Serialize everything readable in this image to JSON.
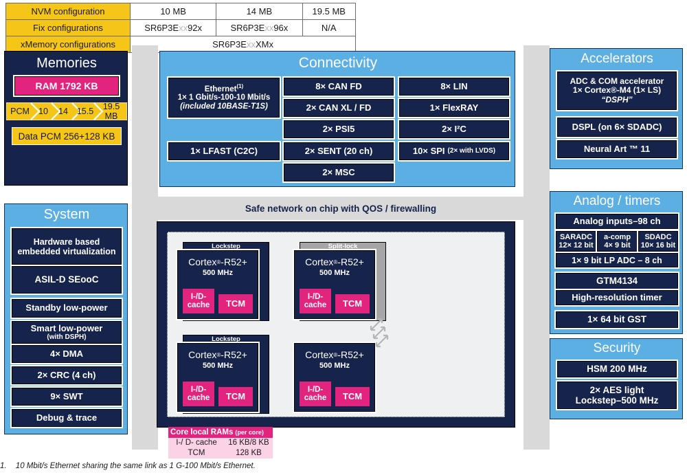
{
  "config_table": {
    "rows": [
      {
        "label": "NVM configuration",
        "cells": [
          {
            "pre": "10 MB",
            "faint": "",
            "post": ""
          },
          {
            "pre": "14 MB",
            "faint": "",
            "post": ""
          },
          {
            "pre": "19.5 MB",
            "faint": "",
            "post": ""
          }
        ]
      },
      {
        "label": "Fix configurations",
        "cells": [
          {
            "pre": "SR6P3E",
            "faint": "xx",
            "post": "92x"
          },
          {
            "pre": "SR6P3E",
            "faint": "xx",
            "post": "96x"
          },
          {
            "pre": "N/A",
            "faint": "",
            "post": ""
          }
        ]
      },
      {
        "label": "xMemory configurations",
        "cells": [
          {
            "pre": "SR6P3E",
            "faint": "xx",
            "post": "XMx"
          }
        ]
      }
    ]
  },
  "memories": {
    "title": "Memories",
    "ram": "RAM 1792 KB",
    "pcm_chevrons": [
      "PCM",
      "10",
      "14",
      "15.5",
      "19.5 MB"
    ],
    "data_pcm": "Data PCM 256+128 KB"
  },
  "system": {
    "title": "System",
    "group_a": [
      "Hardware based embedded virtualization",
      "ASIL-D SEooC"
    ],
    "group_b": [
      {
        "main": "Standby low-power",
        "sub": ""
      },
      {
        "main": "Smart low-power",
        "sub": "(with DSPH)"
      },
      {
        "main": "4× DMA",
        "sub": ""
      },
      {
        "main": "2× CRC (4 ch)",
        "sub": ""
      },
      {
        "main": "9× SWT",
        "sub": ""
      },
      {
        "main": "Debug & trace",
        "sub": ""
      }
    ]
  },
  "connectivity": {
    "title": "Connectivity",
    "ethernet": {
      "l1": "Ethernet",
      "sup": "(1)",
      "l2": "1× 1 Gbit/s-100-10 Mbit/s",
      "l3": "(included 10BASE-T1S)"
    },
    "lfast": "1× LFAST (C2C)",
    "col2": [
      "8× CAN FD",
      "2× CAN XL / FD",
      "2× PSI5",
      "2× SENT (20 ch)",
      "2× MSC"
    ],
    "col3": [
      "8× LIN",
      "1× FlexRAY",
      "2× I²C"
    ],
    "spi": {
      "main": "10× SPI",
      "sub": "(2× with LVDS)"
    }
  },
  "noc": {
    "label": "Safe network on chip with QOS / firewalling"
  },
  "cores": {
    "items": [
      {
        "header": "Lockstep",
        "header_style": "navy",
        "name": "Cortex®-R52+",
        "freq": "500 MHz",
        "cache": "I-/D-cache",
        "tcm": "TCM"
      },
      {
        "header": "Split-lock",
        "header_style": "gray",
        "name": "Cortex®-R52+",
        "freq": "500 MHz",
        "cache": "I-/D-cache",
        "tcm": "TCM"
      },
      {
        "header": "Lockstep",
        "header_style": "navy",
        "name": "Cortex®-R52+",
        "freq": "500 MHz",
        "cache": "I-/D-cache",
        "tcm": "TCM"
      },
      {
        "header": "",
        "header_style": "none",
        "name": "Cortex®-R52+",
        "freq": "500 MHz",
        "cache": "I-/D-cache",
        "tcm": "TCM"
      }
    ]
  },
  "core_rams": {
    "title_main": "Core local RAMs",
    "title_sub": "(per core)",
    "rows": [
      {
        "name": "I-/ D- cache",
        "value": "16 KB/8 KB"
      },
      {
        "name": "TCM",
        "value": "128 KB"
      }
    ]
  },
  "accelerators": {
    "title": "Accelerators",
    "main": {
      "l1": "ADC & COM accelerator",
      "l2": "1× Cortex®-M4 (1× LS)",
      "l3": "“DSPH”"
    },
    "items": [
      "DSPL (on 6× SDADC)",
      "Neural Art ™ 11"
    ]
  },
  "analog": {
    "title": "Analog / timers",
    "inputs": "Analog inputs–98 ch",
    "adc_row": [
      {
        "l1": "SARADC",
        "l2": "12× 12 bit"
      },
      {
        "l1": "a-comp",
        "l2": "4× 9 bit"
      },
      {
        "l1": "SDADC",
        "l2": "10× 16 bit"
      }
    ],
    "lp_adc": "1× 9 bit LP ADC – 8 ch",
    "timers": [
      "GTM4134",
      "High-resolution timer"
    ],
    "gst": "1× 64 bit GST"
  },
  "security": {
    "title": "Security",
    "hsm": "HSM 200 MHz",
    "aes": {
      "l1": "2× AES light",
      "l2": "Lockstep–500 MHz"
    }
  },
  "footnote": {
    "num": "1.",
    "text": "10 Mbit/s Ethernet sharing the same link as 1 G-100 Mbit/s Ethernet."
  }
}
